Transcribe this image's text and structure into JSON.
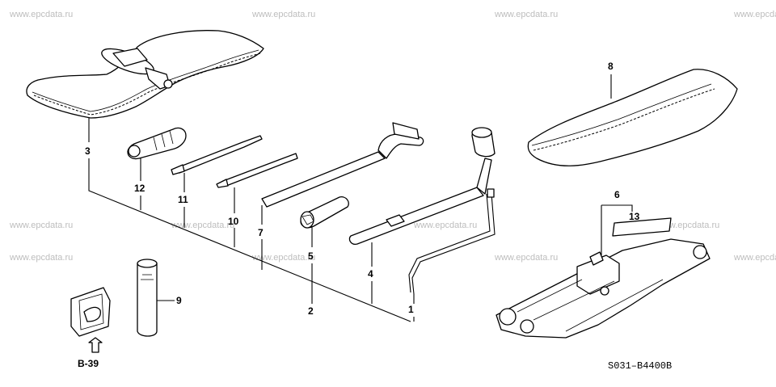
{
  "watermark": "www.epcdata.ru",
  "diagram_code": "S031–B4400B",
  "reference": "B-39",
  "callouts": {
    "c1": "1",
    "c2": "2",
    "c3": "3",
    "c4": "4",
    "c5": "5",
    "c6": "6",
    "c7": "7",
    "c8": "8",
    "c9": "9",
    "c10": "10",
    "c11": "11",
    "c12": "12",
    "c13": "13"
  }
}
